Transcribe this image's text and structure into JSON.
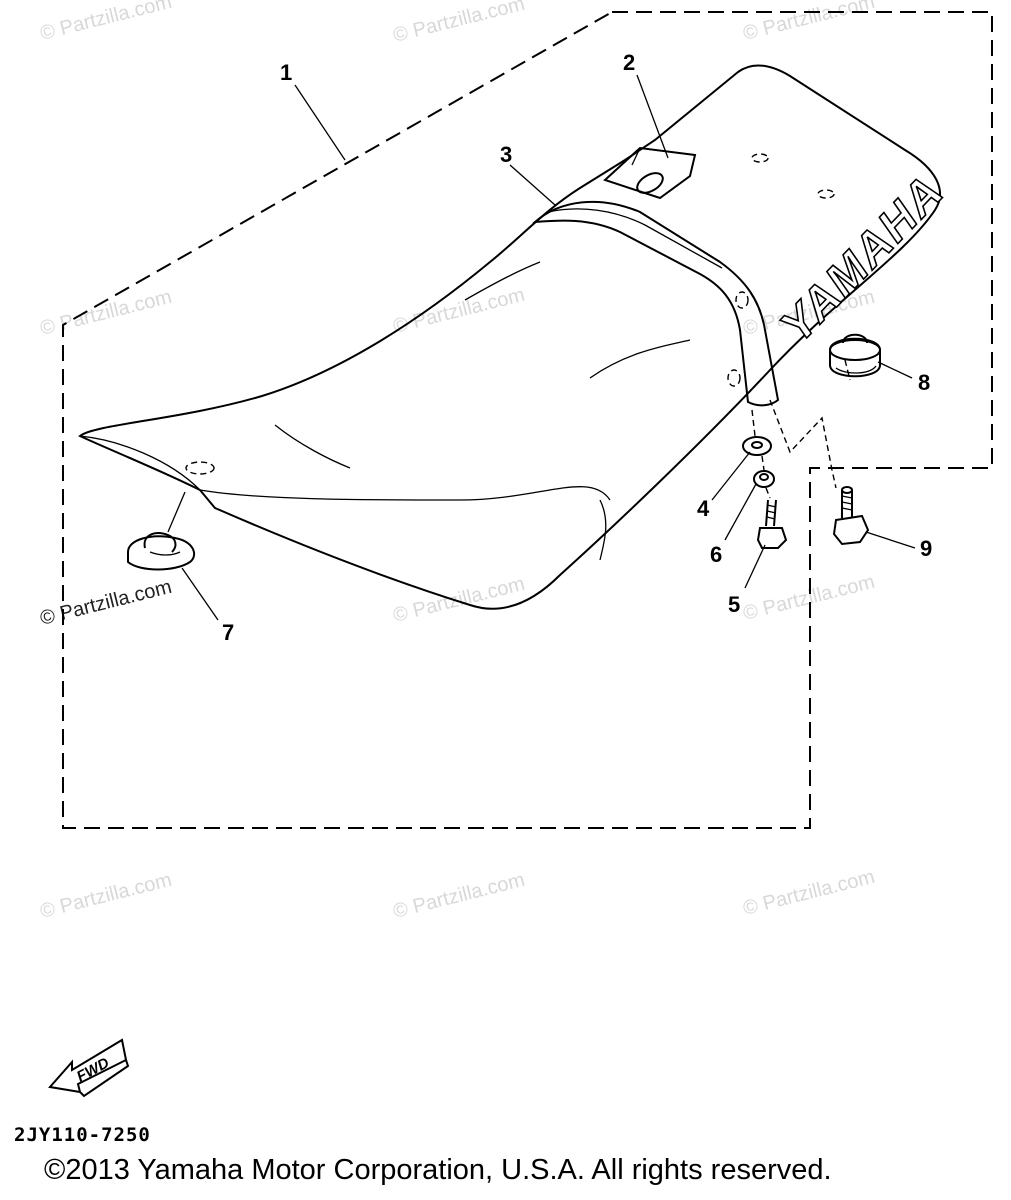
{
  "diagram": {
    "seat_emblem": "YAMAHA",
    "fwd_label": "FWD",
    "code": "2JY110-7250",
    "copyright": "©2013 Yamaha Motor Corporation, U.S.A. All rights reserved.",
    "callouts": [
      {
        "label": "1",
        "part": "seat assembly"
      },
      {
        "label": "2",
        "part": "seat hook"
      },
      {
        "label": "3",
        "part": "seat band"
      },
      {
        "label": "4",
        "part": "washer"
      },
      {
        "label": "5",
        "part": "bolt"
      },
      {
        "label": "6",
        "part": "washer"
      },
      {
        "label": "7",
        "part": "damper"
      },
      {
        "label": "8",
        "part": "damper"
      },
      {
        "label": "9",
        "part": "bolt"
      }
    ],
    "watermark": "© Partzilla.com"
  }
}
